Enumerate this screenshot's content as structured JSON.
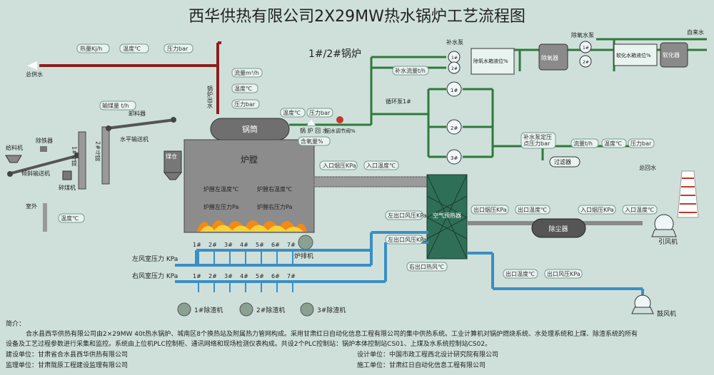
{
  "title": "西华供热有限公司2X29MW热水锅炉工艺流程图",
  "boiler_label": "1#/2#锅炉",
  "equipment": {
    "drum": "锅筒",
    "furnace": "炉膛",
    "feeder": "给料机",
    "iron_remover": "除铁器",
    "incline_conveyor": "倾斜输送机",
    "coal_crusher": "碎煤机",
    "lift1": "1#斗提",
    "lift2": "2#斗提",
    "horizontal_conveyor": "水平输送机",
    "unloader": "卸料器",
    "coal_bin": "煤仓",
    "outdoor": "室外",
    "economizer": "空气预热器",
    "dust_collector": "除尘器",
    "id_fan": "引风机",
    "fd_fan": "鼓风机",
    "slag1": "1#除渣机",
    "slag2": "2#除渣机",
    "slag3": "3#除渣机",
    "grate": "炉排机",
    "deaerator": "除氧器",
    "softener": "软化器",
    "makeup_pump": "补水泵",
    "deaerator_pump": "除氧水泵",
    "tap_water": "自来水",
    "filter": "过滤器",
    "circ_pump": "循环泵1#",
    "deox_tank": "除氧水箱液位%",
    "soft_tank": "软化水箱液位%",
    "pump1": "1#",
    "pump2": "2#",
    "pump3": "3#"
  },
  "lines": {
    "supply": "总供水",
    "return_water": "总回水",
    "boiler_out": "锅炉出水",
    "boiler_in": "锅 炉 回 水",
    "return_valve": "回水调节阀%"
  },
  "instruments": {
    "supply_heat": "热量Kj/h",
    "supply_temp": "温度℃",
    "supply_press": "压力bar",
    "outlet_flow": "流量m³/h",
    "outlet_temp": "温度℃",
    "outlet_press": "压力bar",
    "return_temp": "温度℃",
    "return_press": "压力bar",
    "oxygen": "含氧量%",
    "conveyor_qty": "输煤量 t/h",
    "outdoor_temp": "温度℃",
    "makeup_flow": "补水流量t/h",
    "makeup_press": "补水泵定压\n点压力bar",
    "rw_flow": "流量t/h",
    "rw_temp": "温度℃",
    "rw_press": "压力bar",
    "furnace_lt": "炉膛左温度℃",
    "furnace_rt": "炉膛右温度℃",
    "furnace_lp": "炉膛左压力Pa",
    "furnace_rp": "炉膛右压力Pa",
    "in_flue_press": "入口烟压KPa",
    "in_flue_temp": "入口温度℃",
    "left_out_press": "左出口风压KPa",
    "left_in_press": "左出口风压KPa",
    "right_out_temp": "右出口热风℃",
    "out_flue_press": "出口烟压KPa",
    "out_flue_temp": "出口温度℃",
    "in_flue_press2": "入口烟压KPa",
    "in_temp2": "入口温度℃",
    "fd_out_temp": "出口温度℃",
    "fd_out_press": "出口风压KPa"
  },
  "wind": {
    "left": "左风室压力 KPa",
    "right": "右风室压力 KPa",
    "left_chambers": [
      "1#",
      "2#",
      "3#",
      "4#",
      "5#",
      "6#",
      "7#"
    ],
    "right_chambers": [
      "1#",
      "2#",
      "3#",
      "4#",
      "5#",
      "6#",
      "7#"
    ]
  },
  "intro": {
    "heading": "简介：",
    "p1": "合水县西华供热有限公司由2×29MW 40t热水锅炉、城南区8个换热站及附属热力管网构成。采用甘肃红日自动化信息工程有限公司的集中供热系统。工业计算机对锅炉燃烧系统、水处理系统和上煤、除渣系统的所有",
    "p2": "设备及工艺过程参数进行采集和监控。系统由上位机PLC控制柜、通讯网络和现场检测仪表构成。共设2个PLC控制站：锅炉本体控制站CS01、上煤及水系统控制站CS02。",
    "builder_label": "建设单位：",
    "builder": "甘肃省合水县西华供热有限公司",
    "designer_label": "设计单位：",
    "designer": "中国市政工程西北设计研究院有限公司",
    "supervisor_label": "监理单位：",
    "supervisor": "甘肃陇原工程建设监理有限公司",
    "contractor_label": "施工单位：",
    "contractor": "甘肃红日自动化信息工程有限公司"
  },
  "colors": {
    "supply_pipe": "#8b1f1f",
    "water_pipe": "#2e7a3a",
    "air_pipe": "#3a8fc4",
    "flue": "#8a8a8a"
  }
}
